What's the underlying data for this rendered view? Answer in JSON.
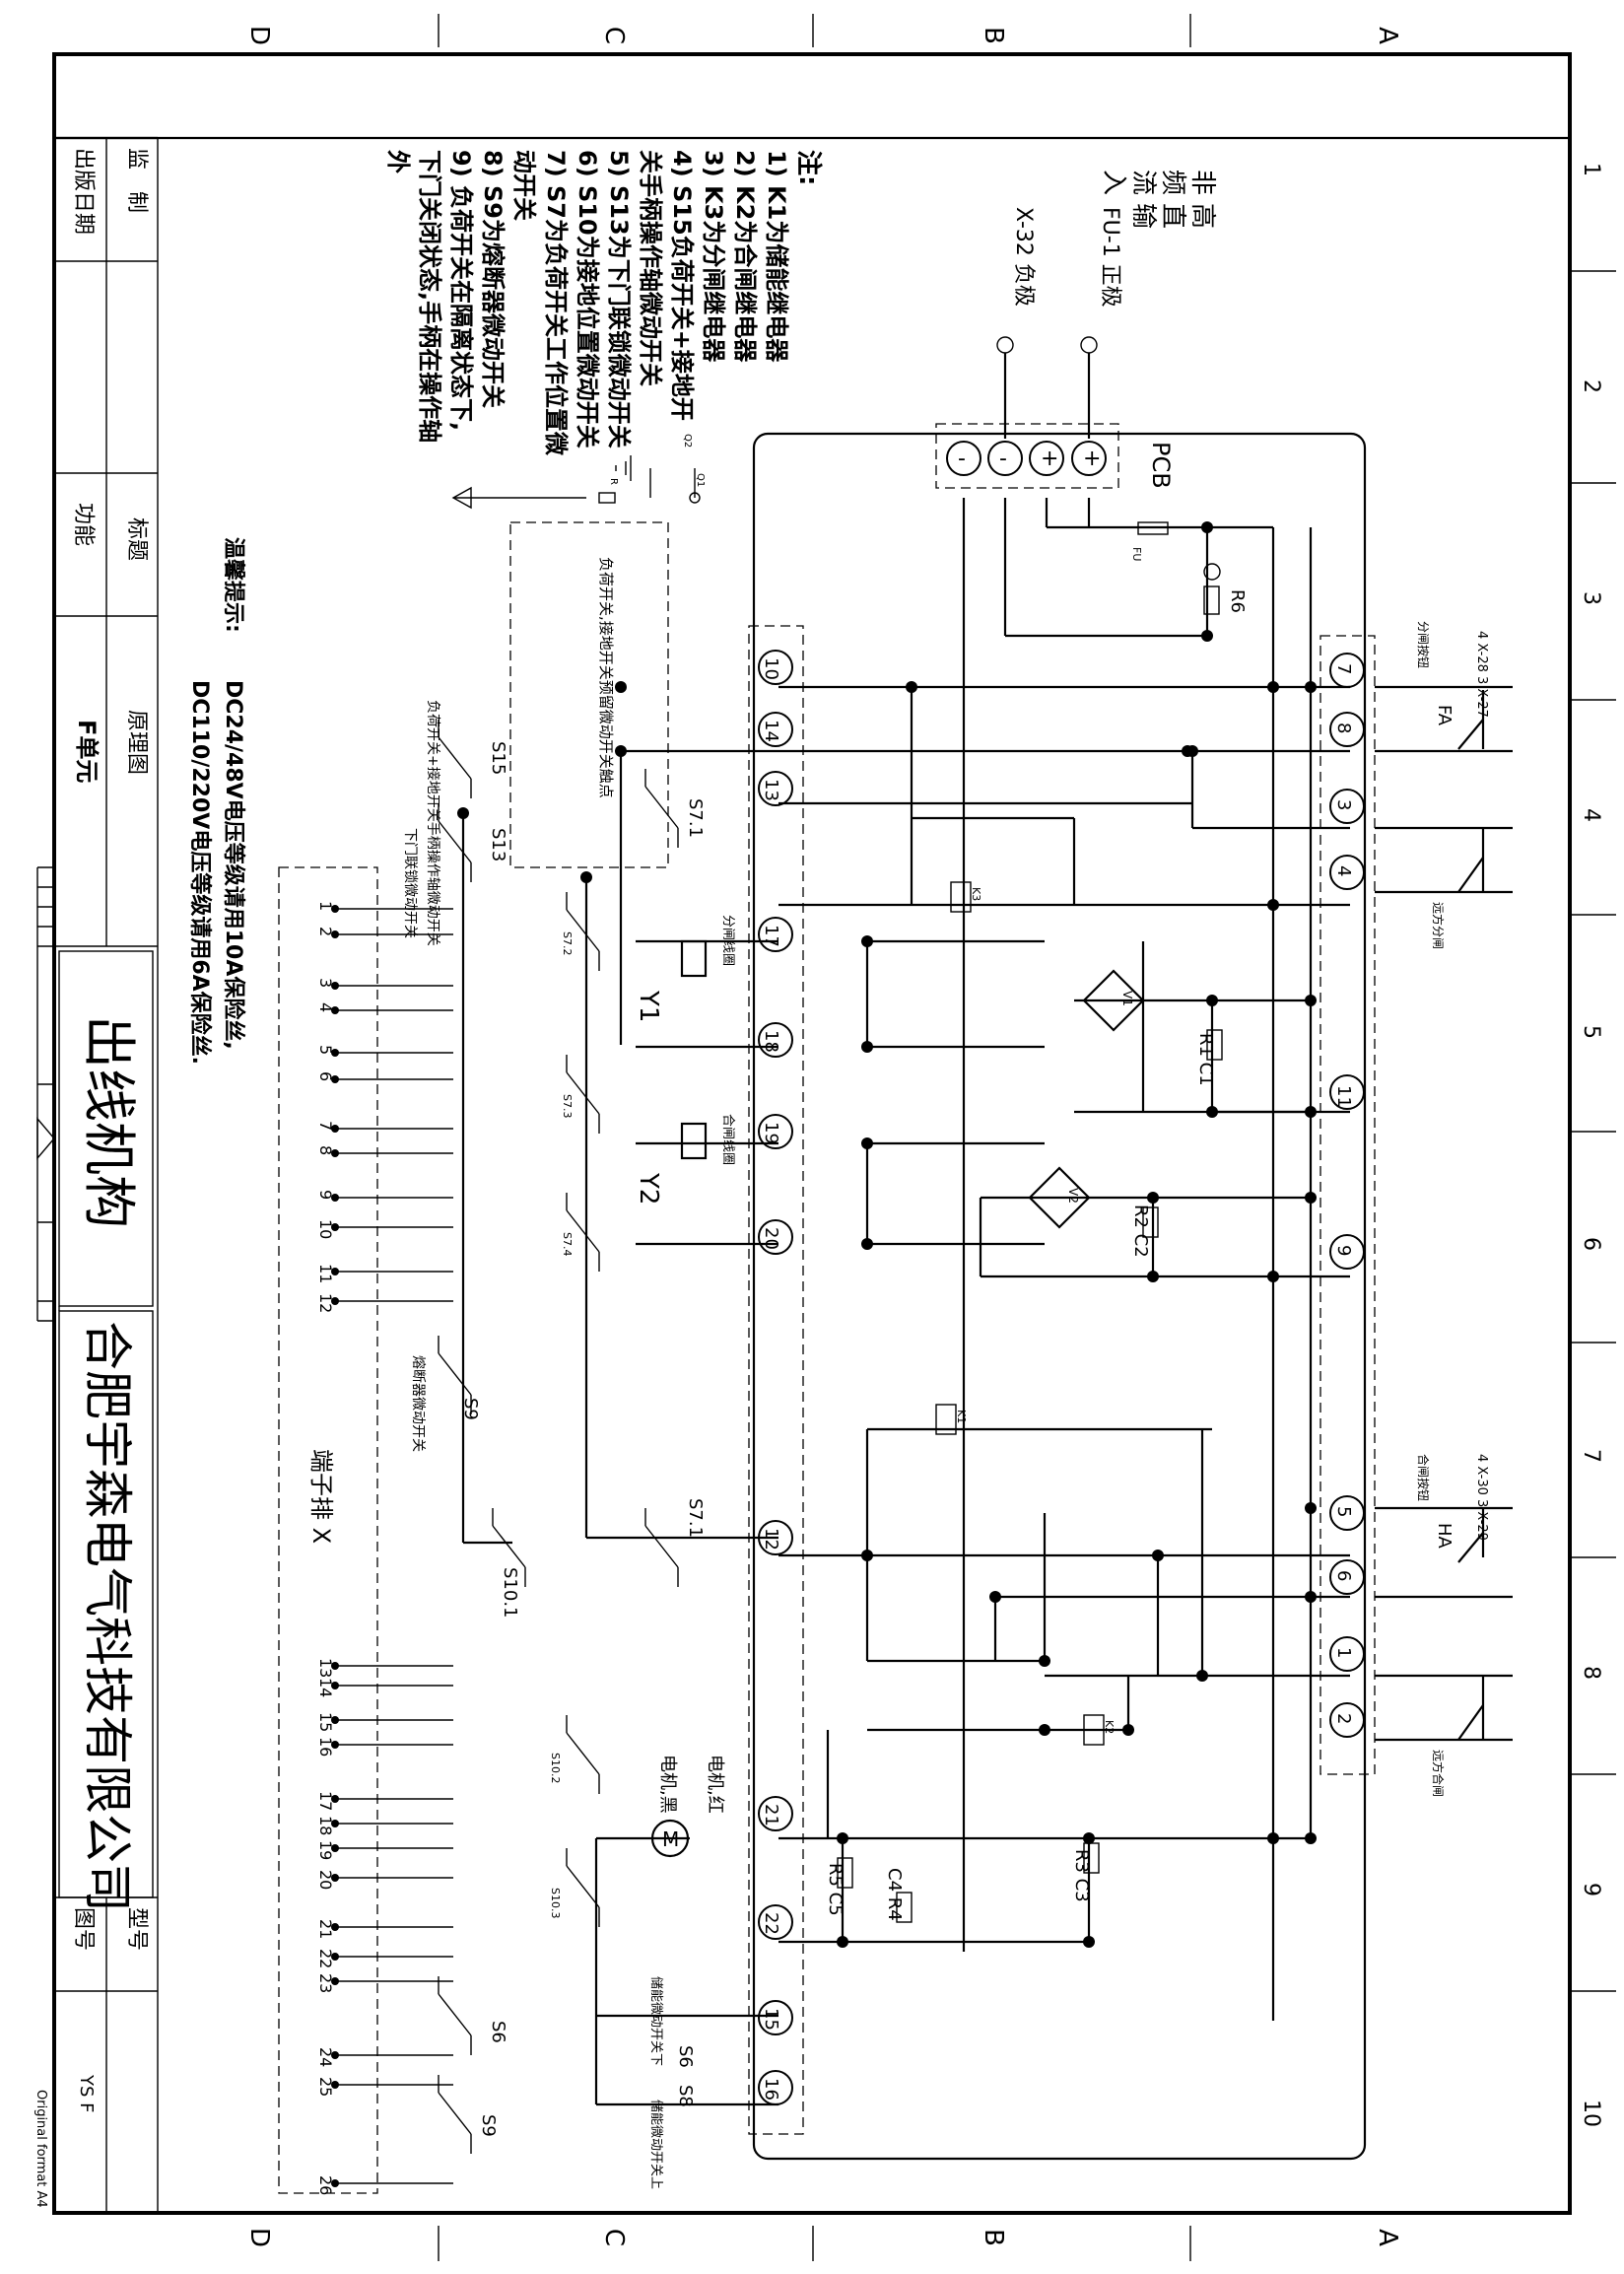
{
  "border": {
    "top_zones": [
      "D",
      "C",
      "B",
      "A"
    ],
    "bottom_zones": [
      "D",
      "C",
      "B",
      "A"
    ],
    "right_zones": [
      "1",
      "2",
      "3",
      "4",
      "5",
      "6",
      "7",
      "8",
      "9",
      "10"
    ],
    "format_label": "Original format A4"
  },
  "title_block": {
    "supervise": "监　制",
    "publish_date": "出版日期",
    "title_label": "标题",
    "function_label": "功能",
    "drawing_kind": "原理图",
    "unit": "F单元",
    "mechanism": "出线机构",
    "company": "合肥宇森电气科技有限公司",
    "model_label": "型号",
    "drawing_no_label": "图号",
    "model_value": "YS F"
  },
  "notes": {
    "header": "注:",
    "items": [
      "1) K1为储能继电器",
      "2) K2为合闸继电器",
      "3) K3为分闸继电器",
      "4) S15负荷开关+接地开",
      "关手柄操作轴微动开关",
      "5) S13为下门联锁微动开关",
      "6) S10为接地位置微动开关",
      "7) S7为负荷开关工作位置微",
      "动开关",
      "8) S9为熔断器微动开关",
      "9) 负荷开关在隔离状态下,",
      "下门关闭状态,手柄在操作轴",
      "外"
    ],
    "warning_title": "温馨提示:",
    "warning_lines": [
      "DC24/48V电压等级请用10A保险丝,",
      "DC110/220V电压等级请用6A保险丝."
    ]
  },
  "input": {
    "lines": [
      "非",
      "高",
      "频",
      "直",
      "流",
      "输",
      "入"
    ],
    "cols": [
      "非高",
      "频直",
      "流输",
      "入"
    ],
    "plus_label": "FU-1 正极",
    "minus_label": "X-32 负极",
    "pcb_label": "PCB",
    "pcb_pins": [
      "-",
      "-",
      "+",
      "+"
    ]
  },
  "components": {
    "r6": "R6",
    "fu": "FU",
    "fa": "FA",
    "ha": "HA",
    "y1": "Y1",
    "y2": "Y2",
    "r1c1": "R1 C1",
    "r2c2": "R2 C2",
    "r3c3": "R3 C3",
    "r4c4": "C4 R4",
    "r5c5": "R5 C5",
    "v1": "V1",
    "v2": "V2",
    "k1": "K1",
    "k2": "K2",
    "k3": "K3",
    "motor": "M",
    "motor_red": "电机,红",
    "motor_black": "电机,黑",
    "s15": "S15",
    "s13": "S13",
    "s7_1": "S7.1",
    "s7_1b": "S7.1",
    "s7_2": "S7.2",
    "s7_3": "S7.3",
    "s7_4": "S7.4",
    "s9": "S9",
    "s9b": "S9",
    "s10_1": "S10.1",
    "s10_2": "S10.2",
    "s10_3": "S10.3",
    "s6": "S6",
    "s8": "S8",
    "q1": "Q1",
    "q2": "Q2",
    "r_gnd": "R",
    "x27": "4 X-28 3 X-27",
    "x29": "4 X-30 3 X-29",
    "trip_coil": "分闸线圈",
    "close_coil": "合闸线圈",
    "trip_btn": "分闸按钮",
    "close_btn": "合闸按钮",
    "remote_trip": "远方分闸",
    "remote_close": "远方合闸",
    "store_down": "储能微动开关下",
    "store_up": "储能微动开关上",
    "dash_box": "负荷开关,接地开关预留微动开关触点",
    "s15_desc": "负荷开关+接地开关手柄操作轴微动开关",
    "s13_desc": "下门联锁微动开关",
    "s9_desc": "熔断器微动开关",
    "terminal_strip": "端子排 X"
  },
  "terminals_inner": [
    "10",
    "14",
    "13",
    "17",
    "18",
    "19",
    "20",
    "12",
    "21",
    "22",
    "15",
    "16"
  ],
  "terminals_outer": [
    "7",
    "8",
    "3",
    "4",
    "11",
    "9",
    "5",
    "6",
    "1",
    "2"
  ],
  "terminal_strip_numbers": [
    "1",
    "2",
    "3",
    "4",
    "5",
    "6",
    "7",
    "8",
    "9",
    "10",
    "11",
    "12",
    "13",
    "14",
    "15",
    "16",
    "17",
    "18",
    "19",
    "20",
    "21",
    "22",
    "23",
    "24",
    "25",
    "26"
  ]
}
